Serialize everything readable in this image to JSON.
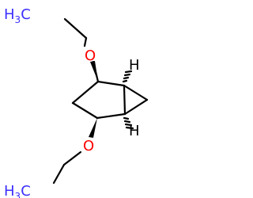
{
  "molecule": {
    "labels": {
      "top_methyl_main": "H",
      "top_methyl_sub": "3",
      "top_methyl_tail": "C",
      "top_oxygen": "O",
      "bottom_oxygen": "O",
      "bottom_methyl_main": "H",
      "bottom_methyl_sub": "3",
      "bottom_methyl_tail": "C",
      "top_hydrogen": "H",
      "bottom_hydrogen": "H"
    },
    "colors": {
      "bond": "#000000",
      "oxygen": "#ff0000",
      "methyl": "#3b2fff",
      "hydrogen": "#000000"
    }
  }
}
